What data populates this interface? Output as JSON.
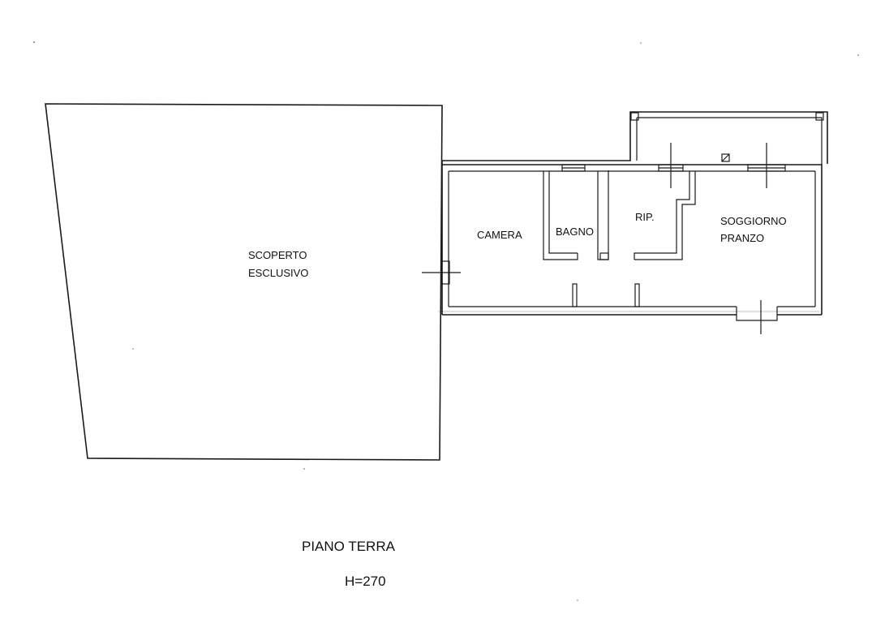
{
  "plan": {
    "rooms": {
      "scoperto": [
        "SCOPERTO",
        "ESCLUSIVO"
      ],
      "camera": "CAMERA",
      "bagno": "BAGNO",
      "rip": "RIP.",
      "soggiorno": [
        "SOGGIORNO",
        "PRANZO"
      ]
    },
    "caption": {
      "floor": "PIANO TERRA",
      "height": "H=270"
    }
  },
  "colors": {
    "line": "#1a1a1a",
    "text": "#111111",
    "background": "#ffffff"
  }
}
